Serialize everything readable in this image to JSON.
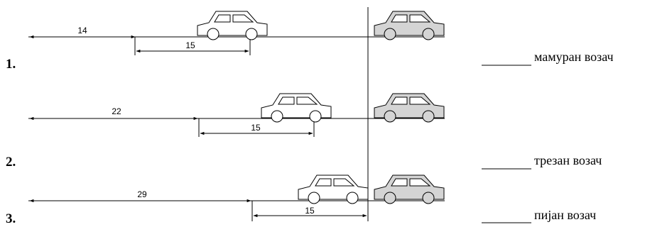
{
  "rows": [
    {
      "number": "1.",
      "stop_distance": "14",
      "reaction_distance": "15",
      "answer_label": "мамуран возач"
    },
    {
      "number": "2.",
      "stop_distance": "22",
      "reaction_distance": "15",
      "answer_label": "трезан возач"
    },
    {
      "number": "3.",
      "stop_distance": "29",
      "reaction_distance": "15",
      "answer_label": "пијан возач"
    }
  ],
  "colors": {
    "moving_car": "#ffffff",
    "parked_car": "#d4d4d4",
    "line": "#000000"
  }
}
